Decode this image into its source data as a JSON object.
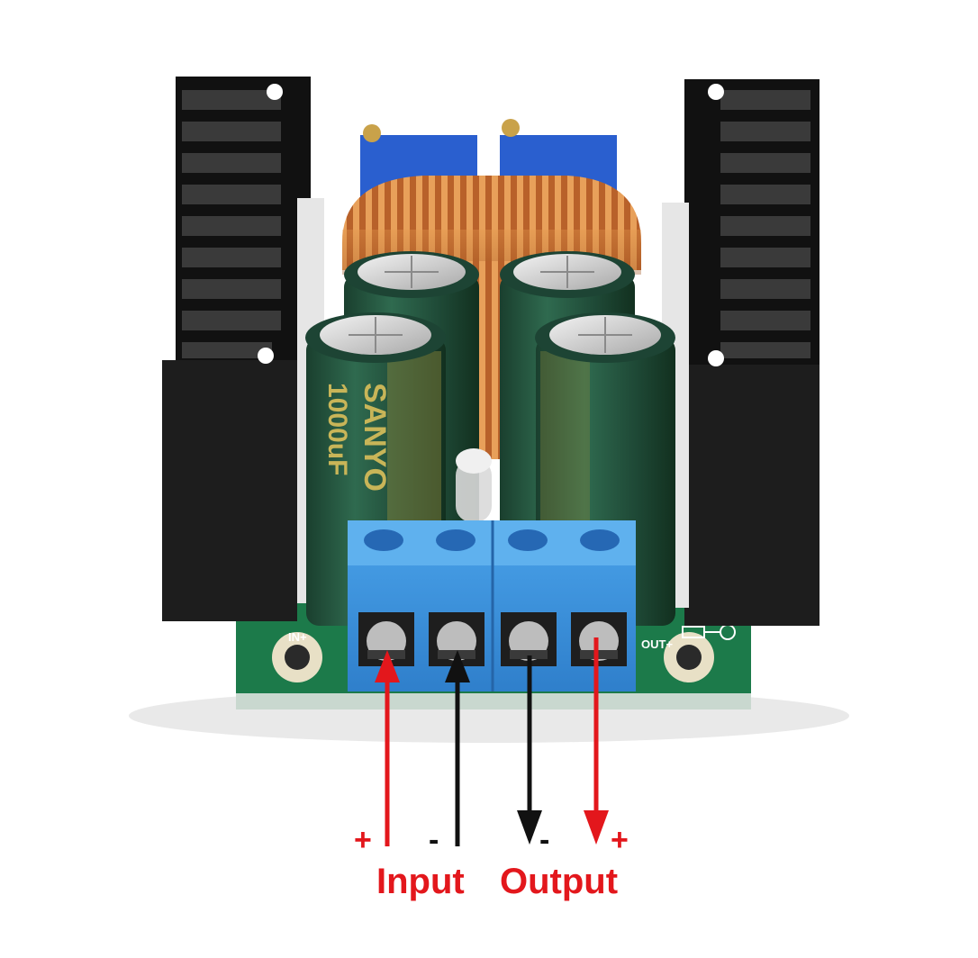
{
  "board": {
    "label_in": "IN+",
    "label_out": "OUT+",
    "capacitor_brand": "SANYO",
    "capacitor_value": "1000uF",
    "capacitor_value_partial": "1000uF"
  },
  "annotations": {
    "plus_left": "+",
    "minus_left": "-",
    "minus_right": "-",
    "plus_right": "+",
    "input_label": "Input",
    "output_label": "Output"
  },
  "colors": {
    "positive": "#e3171c",
    "negative": "#111111",
    "label": "#e3171c",
    "pcb": "#1c7a4a",
    "terminal_block": "#3a8ed8",
    "heatsink": "#1d1d1d",
    "capacitor": "#23533e",
    "copper": "#c9702d"
  }
}
